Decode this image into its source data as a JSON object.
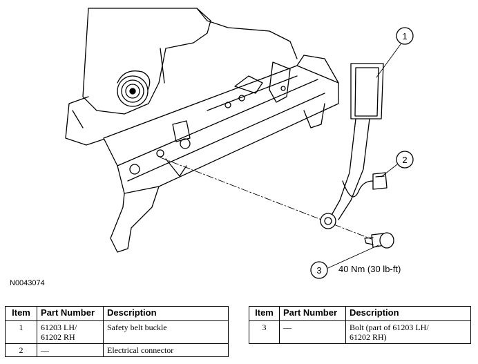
{
  "figure": {
    "id": "N0043074",
    "callouts": [
      {
        "number": "1"
      },
      {
        "number": "2"
      },
      {
        "number": "3",
        "text": "40 Nm (30 lb-ft)"
      }
    ]
  },
  "tables": [
    {
      "headers": [
        "Item",
        "Part Number",
        "Description"
      ],
      "rows": [
        {
          "item": "1",
          "part_number": "61203 LH/\n61202 RH",
          "description": "Safety belt buckle"
        },
        {
          "item": "2",
          "part_number": "—",
          "description": "Electrical connector"
        }
      ]
    },
    {
      "headers": [
        "Item",
        "Part Number",
        "Description"
      ],
      "rows": [
        {
          "item": "3",
          "part_number": "—",
          "description": "Bolt (part of 61203 LH/\n61202 RH)"
        }
      ]
    }
  ]
}
